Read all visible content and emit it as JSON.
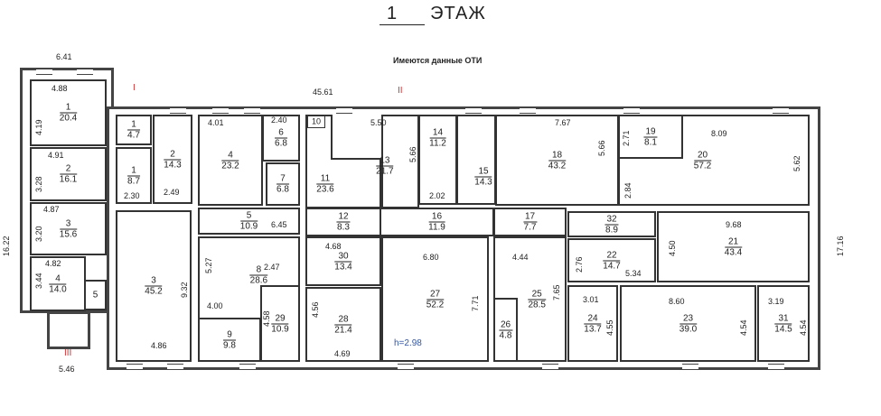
{
  "header": {
    "floor_number": "1",
    "floor_label": "ЭТАЖ",
    "note": "Имеются данные ОТИ"
  },
  "axes": {
    "a1": "I",
    "a2": "II",
    "a3": "III"
  },
  "height_note": "h=2.98",
  "rooms": [
    {
      "n": "1",
      "a": "20.4"
    },
    {
      "n": "2",
      "a": "16.1"
    },
    {
      "n": "3",
      "a": "15.6"
    },
    {
      "n": "4",
      "a": "14.0"
    },
    {
      "n": "5",
      "a": ""
    },
    {
      "n": "1",
      "a": "4.7"
    },
    {
      "n": "1",
      "a": "8.7"
    },
    {
      "n": "2",
      "a": "14.3"
    },
    {
      "n": "3",
      "a": "45.2"
    },
    {
      "n": "4",
      "a": "23.2"
    },
    {
      "n": "6",
      "a": "6.8"
    },
    {
      "n": "7",
      "a": "6.8"
    },
    {
      "n": "5",
      "a": "10.9"
    },
    {
      "n": "8",
      "a": "28.6"
    },
    {
      "n": "9",
      "a": "9.8"
    },
    {
      "n": "29",
      "a": "10.9"
    },
    {
      "n": "10",
      "a": ""
    },
    {
      "n": "11",
      "a": "23.6"
    },
    {
      "n": "13",
      "a": "21.7"
    },
    {
      "n": "12",
      "a": "8.3"
    },
    {
      "n": "14",
      "a": "11.2"
    },
    {
      "n": "15",
      "a": "14.3"
    },
    {
      "n": "16",
      "a": "11.9"
    },
    {
      "n": "17",
      "a": "7.7"
    },
    {
      "n": "30",
      "a": "13.4"
    },
    {
      "n": "28",
      "a": "21.4"
    },
    {
      "n": "27",
      "a": "52.2"
    },
    {
      "n": "25",
      "a": "28.5"
    },
    {
      "n": "26",
      "a": "4.8"
    },
    {
      "n": "18",
      "a": "43.2"
    },
    {
      "n": "19",
      "a": "8.1"
    },
    {
      "n": "20",
      "a": "57.2"
    },
    {
      "n": "32",
      "a": "8.9"
    },
    {
      "n": "22",
      "a": "14.7"
    },
    {
      "n": "21",
      "a": "43.4"
    },
    {
      "n": "24",
      "a": "13.7"
    },
    {
      "n": "23",
      "a": "39.0"
    },
    {
      "n": "31",
      "a": "14.5"
    }
  ],
  "dims": [
    "6.41",
    "4.88",
    "4.19",
    "4.91",
    "3.28",
    "4.87",
    "3.20",
    "4.82",
    "3.44",
    "16.22",
    "5.46",
    "45.61",
    "2.30",
    "2.49",
    "9.32",
    "4.86",
    "4.01",
    "2.40",
    "6.45",
    "5.27",
    "2.47",
    "4.00",
    "4.58",
    "5.50",
    "5.66",
    "2.02",
    "4.68",
    "4.56",
    "4.69",
    "6.80",
    "7.71",
    "4.44",
    "7.65",
    "7.67",
    "5.66",
    "2.71",
    "8.09",
    "2.84",
    "5.62",
    "9.68",
    "4.50",
    "2.76",
    "5.34",
    "3.01",
    "4.55",
    "8.60",
    "4.54",
    "3.19",
    "4.54",
    "17.16"
  ]
}
